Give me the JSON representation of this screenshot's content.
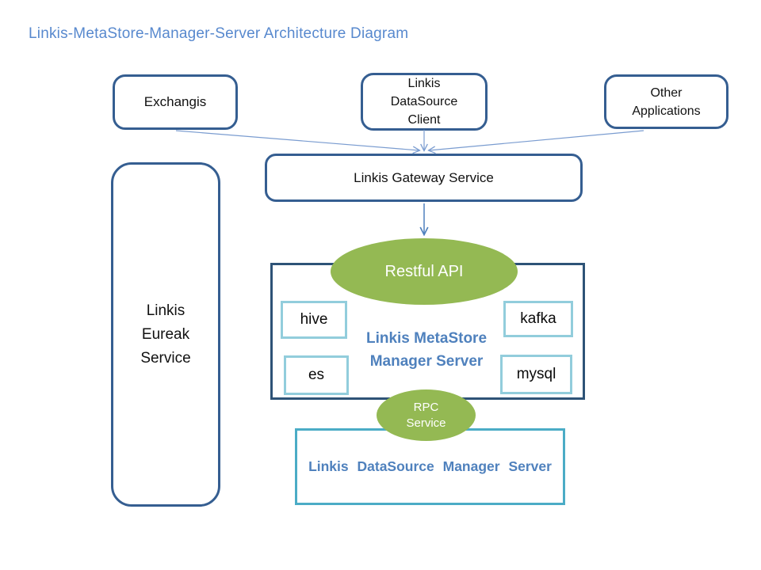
{
  "title": "Linkis-MetaStore-Manager-Server Architecture Diagram",
  "nodes": {
    "exchangis": {
      "label": "Exchangis"
    },
    "datasource_client": {
      "label": "Linkis\nDataSource\nClient"
    },
    "other_applications": {
      "label": "Other\nApplications"
    },
    "gateway": {
      "label": "Linkis Gateway Service"
    },
    "eureka": {
      "label": "Linkis\nEureak\nService"
    },
    "restful_api": {
      "label": "Restful API"
    },
    "metastore": {
      "label": "Linkis MetaStore\nManager Server",
      "components": {
        "hive": "hive",
        "kafka": "kafka",
        "es": "es",
        "mysql": "mysql"
      }
    },
    "rpc": {
      "label": "RPC\nService"
    },
    "datasource_manager": {
      "label": "Linkis DataSource Manager Server"
    }
  },
  "edges": [
    {
      "from": "exchangis",
      "to": "gateway"
    },
    {
      "from": "datasource_client",
      "to": "gateway"
    },
    {
      "from": "other_applications",
      "to": "gateway"
    },
    {
      "from": "gateway",
      "to": "restful_api"
    }
  ],
  "colors": {
    "title_text": "#5889CE",
    "rounded_box_border": "#355E91",
    "container_border": "#2E5377",
    "component_border": "#92CDDC",
    "datasource_border": "#4BACC6",
    "ellipse_fill": "#94B953",
    "accent_text": "#4F81BD",
    "connector_line": "#7A9CD0",
    "arrow": "#4F81BD"
  }
}
